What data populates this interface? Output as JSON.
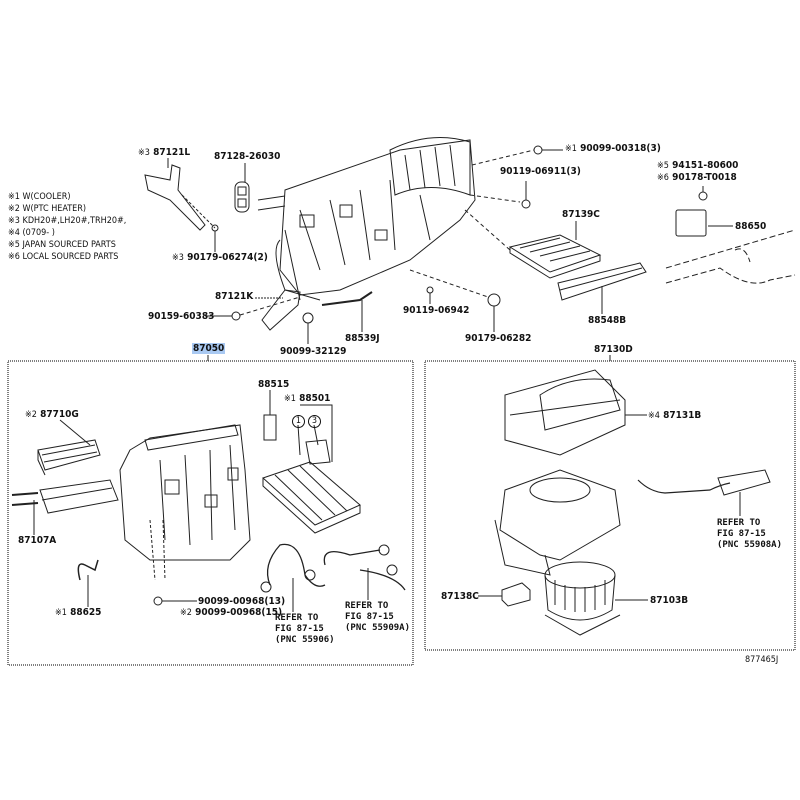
{
  "diagram_id": "877465J",
  "notes": [
    "※1 W(COOLER)",
    "※2 W(PTC HEATER)",
    "※3 KDH20#,LH20#,TRH20#,",
    "※4 (0709-    )",
    "※5 JAPAN SOURCED PARTS",
    "※6 LOCAL SOURCED PARTS"
  ],
  "top_parts": {
    "p87121L": {
      "mark": "※3",
      "no": "87121L"
    },
    "p87128": "87128-26030",
    "p90099_00318": {
      "mark": "※1",
      "no": "90099-00318(3)"
    },
    "p90119_06911": "90119-06911(3)",
    "p94151": {
      "mark": "※5",
      "no": "94151-80600"
    },
    "p90178": {
      "mark": "※6",
      "no": "90178-T0018"
    },
    "p90179_06274": {
      "mark": "※3",
      "no": "90179-06274(2)"
    },
    "p87139C": "87139C",
    "p88650": "88650",
    "p87121K": "87121K",
    "p90159": "90159-60383",
    "p90119_06942": "90119-06942",
    "p88539J": "88539J",
    "p90179_06282": "90179-06282",
    "p88548B": "88548B",
    "p90099_32129": "90099-32129"
  },
  "left_group": {
    "assembly": "87050",
    "p88515": "88515",
    "p88501": {
      "mark": "※1",
      "no": "88501"
    },
    "circles": [
      "1",
      "3"
    ],
    "p87710G": {
      "mark": "※2",
      "no": "87710G"
    },
    "p87107A": "87107A",
    "p88625": {
      "mark": "※1",
      "no": "88625"
    },
    "p90099_13": "90099-00968(13)",
    "p90099_15": {
      "mark": "※2",
      "no": "90099-00968(15)"
    },
    "refer1": [
      "REFER TO",
      "FIG 87-15",
      "(PNC 55906)"
    ],
    "refer2": [
      "REFER TO",
      "FIG 87-15",
      "(PNC 55909A)"
    ]
  },
  "right_group": {
    "assembly": "87130D",
    "p87131B": {
      "mark": "※4",
      "no": "87131B"
    },
    "refer": [
      "REFER TO",
      "FIG 87-15",
      "(PNC 55908A)"
    ],
    "p87138C": "87138C",
    "p87103B": "87103B"
  },
  "colors": {
    "highlight": "#a9c9f2",
    "ink": "#111111"
  }
}
